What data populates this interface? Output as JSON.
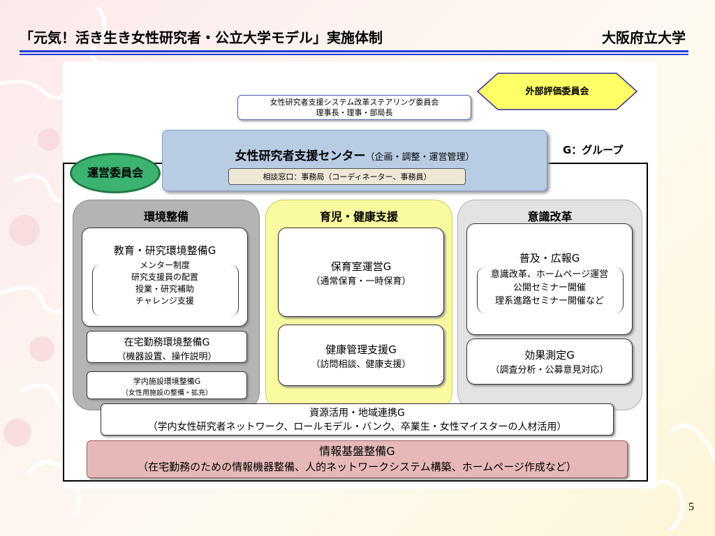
{
  "header": {
    "title": "「元気！活き生き女性研究者・公立大学モデル」実施体制",
    "org": "大阪府立大学"
  },
  "steering": {
    "line1": "女性研究者支援システム改革ステアリング委員会",
    "line2": "理事長・理事・部局長"
  },
  "external_eval": "外部評価委員会",
  "center": {
    "title": "女性研究者支援センター",
    "sub": "（企画・調整・運営管理）",
    "consult": "相談窓口：事務局（コーディネーター、事務員）"
  },
  "group_note": "G：グループ",
  "mgmt_committee": "運営委員会",
  "columns": [
    {
      "title": "環境整備",
      "cards": [
        {
          "head": "教育・研究環境整備G",
          "items": [
            "メンター制度",
            "研究支援員の配置",
            "授業・研究補助",
            "チャレンジ支援"
          ]
        },
        {
          "head": "在宅勤務環境整備G",
          "sub": "（機器設置、操作説明）"
        },
        {
          "head": "学内施設環境整備G",
          "sub": "（女性用施設の整備・拡充）"
        }
      ]
    },
    {
      "title": "育児・健康支援",
      "cards": [
        {
          "head": "保育室運営G",
          "sub": "（通常保育・一時保育）"
        },
        {
          "head": "健康管理支援G",
          "sub": "（訪問相談、健康支援）"
        }
      ]
    },
    {
      "title": "意識改革",
      "cards": [
        {
          "head": "普及・広報G",
          "items": [
            "意識改革、ホームページ運営",
            "公開セミナー開催",
            "理系進路セミナー開催など"
          ]
        },
        {
          "head": "効果測定G",
          "sub": "（調査分析・公募意見対応）"
        }
      ]
    }
  ],
  "resource": {
    "head": "資源活用・地域連携G",
    "sub": "（学内女性研究者ネットワーク、ロールモデル・バンク、卒業生・女性マイスターの人材活用）"
  },
  "infra": {
    "head": "情報基盤整備G",
    "sub": "（在宅勤務のための情報機器整備、人的ネットワークシステム構築、ホームページ作成など）"
  },
  "page_number": "5",
  "colors": {
    "title_rule": "#1a3bd8",
    "center_fill": "#b8cce4",
    "mgmt_fill": "#3cb371",
    "eval_fill": "#ffff66",
    "col_env": "#b4b4b4",
    "col_child": "#fafaa0",
    "col_aware": "#e3e3e3",
    "infra_fill": "#e6b9b8"
  }
}
